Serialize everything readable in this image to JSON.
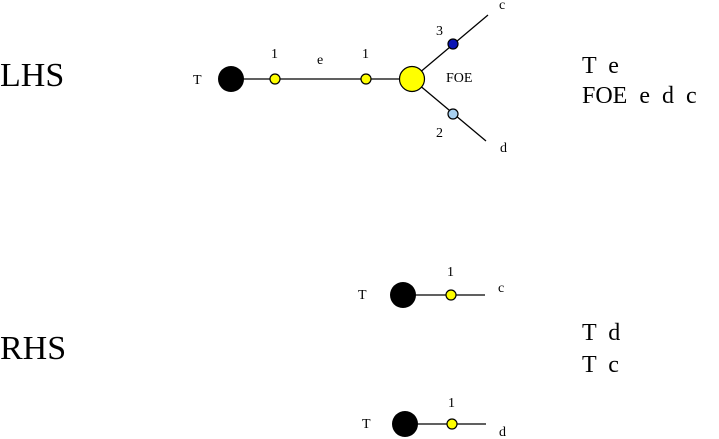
{
  "sections": {
    "lhs": "LHS",
    "rhs": "RHS"
  },
  "colors": {
    "root_node": "#000000",
    "attachment_node": "#ffff00",
    "attachment_stroke": "#000000",
    "dark_blue_node": "#0a14b4",
    "light_blue_node": "#a8d0f0",
    "edge": "#000000"
  },
  "lhs_graph": {
    "node_labels": {
      "root": "T",
      "hub": "FOE"
    },
    "edge_label": "e",
    "port_labels": {
      "left": "1",
      "right": "1",
      "upper": "3",
      "lower": "2"
    },
    "leaf_labels": {
      "upper": "c",
      "lower": "d"
    }
  },
  "rhs_graphs": [
    {
      "root": "T",
      "port": "1",
      "leaf": "c"
    },
    {
      "root": "T",
      "port": "1",
      "leaf": "d"
    }
  ],
  "formulas": {
    "lhs": [
      "T  e",
      "FOE  e  d  c"
    ],
    "rhs": [
      "T  d",
      "T  c"
    ]
  }
}
